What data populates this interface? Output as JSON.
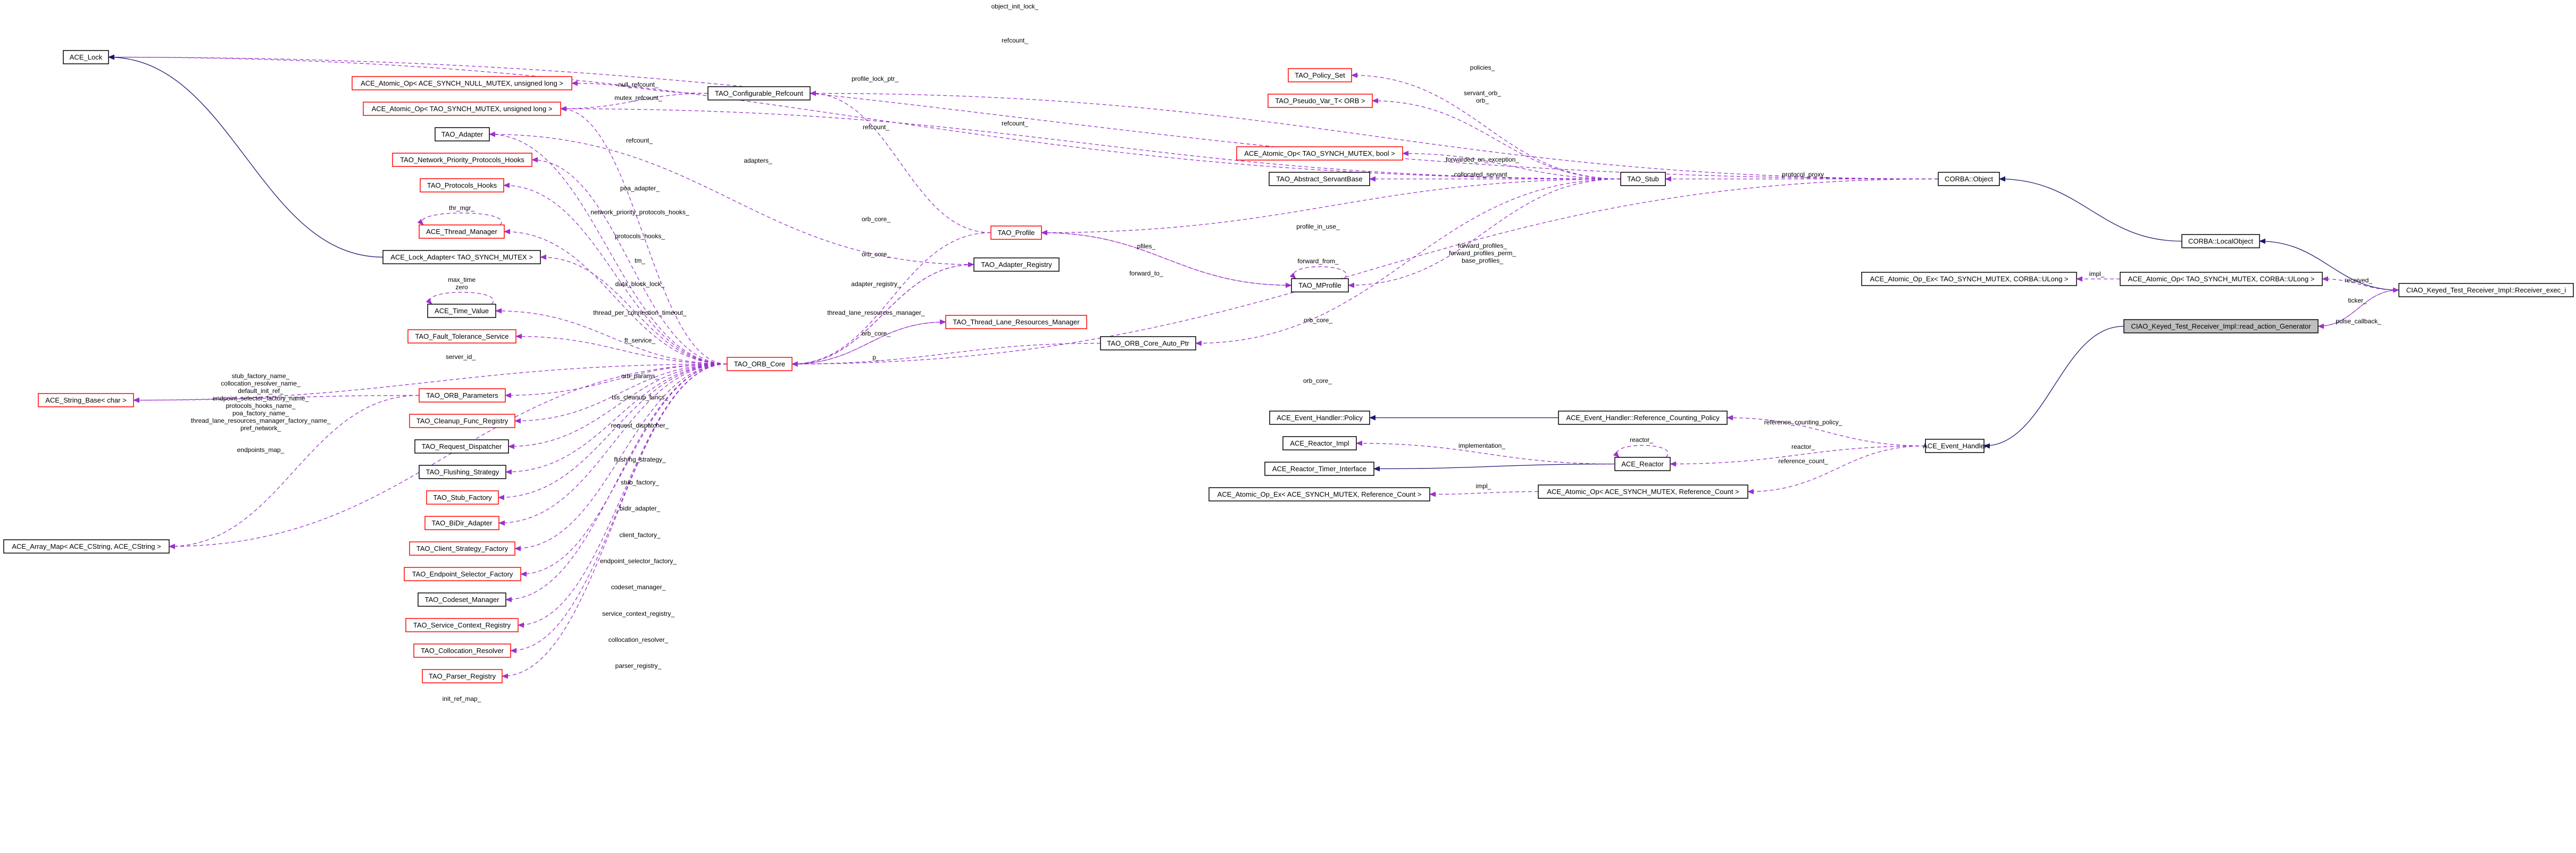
{
  "colors": {
    "member_edge": "#9a32cd",
    "inherit_edge": "#191970",
    "incomplete_border": "#ff0000",
    "focus_fill": "#bfbfbf"
  },
  "nodes": [
    {
      "label": "ACE_Lock",
      "style": "black"
    },
    {
      "label": "ACE_Atomic_Op< ACE_SYNCH_NULL_MUTEX, unsigned long >",
      "style": "red"
    },
    {
      "label": "ACE_Atomic_Op< TAO_SYNCH_MUTEX, unsigned long >",
      "style": "red"
    },
    {
      "label": "TAO_Adapter",
      "style": "black"
    },
    {
      "label": "TAO_Network_Priority_Protocols_Hooks",
      "style": "red"
    },
    {
      "label": "TAO_Protocols_Hooks",
      "style": "red"
    },
    {
      "label": "ACE_Thread_Manager",
      "style": "red"
    },
    {
      "label": "ACE_Lock_Adapter< TAO_SYNCH_MUTEX >",
      "style": "black"
    },
    {
      "label": "ACE_Time_Value",
      "style": "black"
    },
    {
      "label": "TAO_Fault_Tolerance_Service",
      "style": "red"
    },
    {
      "label": "ACE_String_Base< char >",
      "style": "red"
    },
    {
      "label": "TAO_ORB_Parameters",
      "style": "red"
    },
    {
      "label": "TAO_Cleanup_Func_Registry",
      "style": "red"
    },
    {
      "label": "TAO_Request_Dispatcher",
      "style": "black"
    },
    {
      "label": "TAO_Flushing_Strategy",
      "style": "black"
    },
    {
      "label": "TAO_Stub_Factory",
      "style": "red"
    },
    {
      "label": "TAO_BiDir_Adapter",
      "style": "red"
    },
    {
      "label": "TAO_Client_Strategy_Factory",
      "style": "red"
    },
    {
      "label": "TAO_Endpoint_Selector_Factory",
      "style": "red"
    },
    {
      "label": "TAO_Codeset_Manager",
      "style": "black"
    },
    {
      "label": "TAO_Service_Context_Registry",
      "style": "red"
    },
    {
      "label": "TAO_Collocation_Resolver",
      "style": "red"
    },
    {
      "label": "TAO_Parser_Registry",
      "style": "red"
    },
    {
      "label": "ACE_Array_Map< ACE_CString, ACE_CString >",
      "style": "black"
    },
    {
      "label": "TAO_Configurable_Refcount",
      "style": "black"
    },
    {
      "label": "TAO_Profile",
      "style": "red"
    },
    {
      "label": "TAO_Adapter_Registry",
      "style": "black"
    },
    {
      "label": "TAO_ORB_Core",
      "style": "red"
    },
    {
      "label": "TAO_Thread_Lane_Resources_Manager",
      "style": "red"
    },
    {
      "label": "TAO_ORB_Core_Auto_Ptr",
      "style": "black"
    },
    {
      "label": "TAO_Policy_Set",
      "style": "red"
    },
    {
      "label": "TAO_Pseudo_Var_T< ORB >",
      "style": "red"
    },
    {
      "label": "ACE_Atomic_Op< TAO_SYNCH_MUTEX, bool >",
      "style": "red"
    },
    {
      "label": "TAO_Abstract_ServantBase",
      "style": "black"
    },
    {
      "label": "TAO_Stub",
      "style": "black"
    },
    {
      "label": "TAO_MProfile",
      "style": "black"
    },
    {
      "label": "CORBA::Object",
      "style": "black"
    },
    {
      "label": "CORBA::LocalObject",
      "style": "black"
    },
    {
      "label": "ACE_Atomic_Op_Ex< TAO_SYNCH_MUTEX, CORBA::ULong >",
      "style": "black"
    },
    {
      "label": "ACE_Atomic_Op< TAO_SYNCH_MUTEX, CORBA::ULong >",
      "style": "black"
    },
    {
      "label": "CIAO_Keyed_Test_Receiver_Impl::Receiver_exec_i",
      "style": "black"
    },
    {
      "label": "CIAO_Keyed_Test_Receiver_Impl::read_action_Generator",
      "style": "gray"
    },
    {
      "label": "ACE_Event_Handler::Policy",
      "style": "black"
    },
    {
      "label": "ACE_Event_Handler::Reference_Counting_Policy",
      "style": "black"
    },
    {
      "label": "ACE_Reactor_Impl",
      "style": "black"
    },
    {
      "label": "ACE_Reactor_Timer_Interface",
      "style": "black"
    },
    {
      "label": "ACE_Reactor",
      "style": "black"
    },
    {
      "label": "ACE_Atomic_Op_Ex< ACE_SYNCH_MUTEX, Reference_Count >",
      "style": "black"
    },
    {
      "label": "ACE_Atomic_Op< ACE_SYNCH_MUTEX, Reference_Count >",
      "style": "black"
    },
    {
      "label": "ACE_Event_Handler",
      "style": "black"
    }
  ],
  "edges": [
    {
      "from": 36,
      "to": 0,
      "kind": "member",
      "label": [
        "object_init_lock_"
      ]
    },
    {
      "from": 34,
      "to": 0,
      "kind": "member",
      "label": [
        "profile_lock_ptr_"
      ]
    },
    {
      "from": 24,
      "to": 1,
      "kind": "member",
      "label": [
        "null_refcount_"
      ]
    },
    {
      "from": 24,
      "to": 2,
      "kind": "member",
      "label": [
        "mutex_refcount_"
      ]
    },
    {
      "from": 36,
      "to": 24,
      "kind": "member",
      "label": [
        "refcount_"
      ]
    },
    {
      "from": 34,
      "to": 2,
      "kind": "member",
      "label": [
        "refcount_"
      ]
    },
    {
      "from": 25,
      "to": 24,
      "kind": "member",
      "label": [
        "refcount_"
      ]
    },
    {
      "from": 27,
      "to": 2,
      "kind": "member",
      "label": [
        "refcount_"
      ]
    },
    {
      "from": 26,
      "to": 3,
      "kind": "member",
      "label": [
        "adapters_"
      ]
    },
    {
      "from": 27,
      "to": 3,
      "kind": "member",
      "label": [
        "poa_adapter_"
      ]
    },
    {
      "from": 27,
      "to": 4,
      "kind": "member",
      "label": [
        "network_priority_protocols_hooks_"
      ]
    },
    {
      "from": 27,
      "to": 5,
      "kind": "member",
      "label": [
        "protocols_hooks_"
      ]
    },
    {
      "from": 27,
      "to": 6,
      "kind": "member",
      "label": [
        "tm_"
      ]
    },
    {
      "from": 6,
      "to": 6,
      "kind": "member",
      "label": [
        "thr_mgr_"
      ]
    },
    {
      "from": 27,
      "to": 7,
      "kind": "member",
      "label": [
        "data_block_lock_"
      ]
    },
    {
      "from": 8,
      "to": 8,
      "kind": "member",
      "label": [
        "max_time",
        "zero"
      ]
    },
    {
      "from": 27,
      "to": 8,
      "kind": "member",
      "label": [
        "thread_per_connection_timeout_"
      ]
    },
    {
      "from": 27,
      "to": 9,
      "kind": "member",
      "label": [
        "ft_service_"
      ]
    },
    {
      "from": 27,
      "to": 10,
      "kind": "member",
      "label": [
        "server_id_"
      ]
    },
    {
      "from": 11,
      "to": 10,
      "kind": "member",
      "label": [
        "stub_factory_name_",
        "collocation_resolver_name_",
        "default_init_ref_",
        "endpoint_selector_factory_name_",
        "protocols_hooks_name_",
        "poa_factory_name_",
        "thread_lane_resources_manager_factory_name_",
        "pref_network_"
      ]
    },
    {
      "from": 11,
      "to": 23,
      "kind": "member",
      "label": [
        "endpoints_map_"
      ]
    },
    {
      "from": 27,
      "to": 11,
      "kind": "member",
      "label": [
        "orb_params_"
      ]
    },
    {
      "from": 27,
      "to": 12,
      "kind": "member",
      "label": [
        "tss_cleanup_funcs_"
      ]
    },
    {
      "from": 27,
      "to": 13,
      "kind": "member",
      "label": [
        "request_dispatcher_"
      ]
    },
    {
      "from": 27,
      "to": 14,
      "kind": "member",
      "label": [
        "flushing_strategy_"
      ]
    },
    {
      "from": 27,
      "to": 15,
      "kind": "member",
      "label": [
        "stub_factory_"
      ]
    },
    {
      "from": 27,
      "to": 16,
      "kind": "member",
      "label": [
        "bidir_adapter_"
      ]
    },
    {
      "from": 27,
      "to": 17,
      "kind": "member",
      "label": [
        "client_factory_"
      ]
    },
    {
      "from": 27,
      "to": 18,
      "kind": "member",
      "label": [
        "endpoint_selector_factory_"
      ]
    },
    {
      "from": 27,
      "to": 19,
      "kind": "member",
      "label": [
        "codeset_manager_"
      ]
    },
    {
      "from": 27,
      "to": 20,
      "kind": "member",
      "label": [
        "service_context_registry_"
      ]
    },
    {
      "from": 27,
      "to": 21,
      "kind": "member",
      "label": [
        "collocation_resolver_"
      ]
    },
    {
      "from": 27,
      "to": 22,
      "kind": "member",
      "label": [
        "parser_registry_"
      ]
    },
    {
      "from": 27,
      "to": 23,
      "kind": "member",
      "label": [
        "init_ref_map_"
      ]
    },
    {
      "from": 25,
      "to": 27,
      "kind": "member",
      "label": [
        "orb_core_"
      ]
    },
    {
      "from": 26,
      "to": 27,
      "kind": "member",
      "label": [
        "orb_core_"
      ]
    },
    {
      "from": 27,
      "to": 26,
      "kind": "member",
      "label": [
        "adapter_registry_"
      ]
    },
    {
      "from": 27,
      "to": 28,
      "kind": "member",
      "label": [
        "thread_lane_resources_manager_"
      ]
    },
    {
      "from": 28,
      "to": 27,
      "kind": "member",
      "label": [
        "orb_core_"
      ]
    },
    {
      "from": 29,
      "to": 27,
      "kind": "member",
      "label": [
        "p_"
      ]
    },
    {
      "from": 36,
      "to": 27,
      "kind": "member",
      "label": [
        "orb_core_"
      ]
    },
    {
      "from": 34,
      "to": 29,
      "kind": "member",
      "label": [
        "orb_core_"
      ]
    },
    {
      "from": 34,
      "to": 30,
      "kind": "member",
      "label": [
        "policies_"
      ]
    },
    {
      "from": 34,
      "to": 31,
      "kind": "member",
      "label": [
        "servant_orb_",
        "orb_"
      ]
    },
    {
      "from": 34,
      "to": 32,
      "kind": "member",
      "label": [
        "forwarded_on_exception_"
      ]
    },
    {
      "from": 34,
      "to": 33,
      "kind": "member",
      "label": [
        "collocated_servant_"
      ]
    },
    {
      "from": 34,
      "to": 25,
      "kind": "member",
      "label": [
        "profile_in_use_"
      ]
    },
    {
      "from": 34,
      "to": 35,
      "kind": "member",
      "label": [
        "forward_profiles_",
        "forward_profiles_perm_",
        "base_profiles_"
      ]
    },
    {
      "from": 35,
      "to": 25,
      "kind": "member",
      "label": [
        "pfiles_"
      ]
    },
    {
      "from": 25,
      "to": 35,
      "kind": "member",
      "label": [
        "forward_to_"
      ]
    },
    {
      "from": 35,
      "to": 35,
      "kind": "member",
      "label": [
        "forward_from_"
      ]
    },
    {
      "from": 36,
      "to": 34,
      "kind": "member",
      "label": [
        "protocol_proxy_"
      ]
    },
    {
      "from": 7,
      "to": 0,
      "kind": "inherit",
      "label": []
    },
    {
      "from": 37,
      "to": 36,
      "kind": "inherit",
      "label": []
    },
    {
      "from": 40,
      "to": 37,
      "kind": "inherit",
      "label": []
    },
    {
      "from": 39,
      "to": 38,
      "kind": "member",
      "label": [
        "impl_"
      ]
    },
    {
      "from": 40,
      "to": 39,
      "kind": "member",
      "label": [
        "received_"
      ]
    },
    {
      "from": 40,
      "to": 41,
      "kind": "member",
      "label": [
        "ticker_"
      ]
    },
    {
      "from": 41,
      "to": 40,
      "kind": "member",
      "label": [
        "pulse_callback_"
      ]
    },
    {
      "from": 41,
      "to": 49,
      "kind": "inherit",
      "label": []
    },
    {
      "from": 43,
      "to": 42,
      "kind": "inherit",
      "label": []
    },
    {
      "from": 46,
      "to": 45,
      "kind": "inherit",
      "label": []
    },
    {
      "from": 49,
      "to": 43,
      "kind": "member",
      "label": [
        "reference_counting_policy_"
      ]
    },
    {
      "from": 49,
      "to": 46,
      "kind": "member",
      "label": [
        "reactor_"
      ]
    },
    {
      "from": 49,
      "to": 48,
      "kind": "member",
      "label": [
        "reference_count_"
      ]
    },
    {
      "from": 46,
      "to": 44,
      "kind": "member",
      "label": [
        "implementation_"
      ]
    },
    {
      "from": 46,
      "to": 46,
      "kind": "member",
      "label": [
        "reactor_"
      ]
    },
    {
      "from": 48,
      "to": 47,
      "kind": "member",
      "label": [
        "impl_"
      ]
    }
  ]
}
